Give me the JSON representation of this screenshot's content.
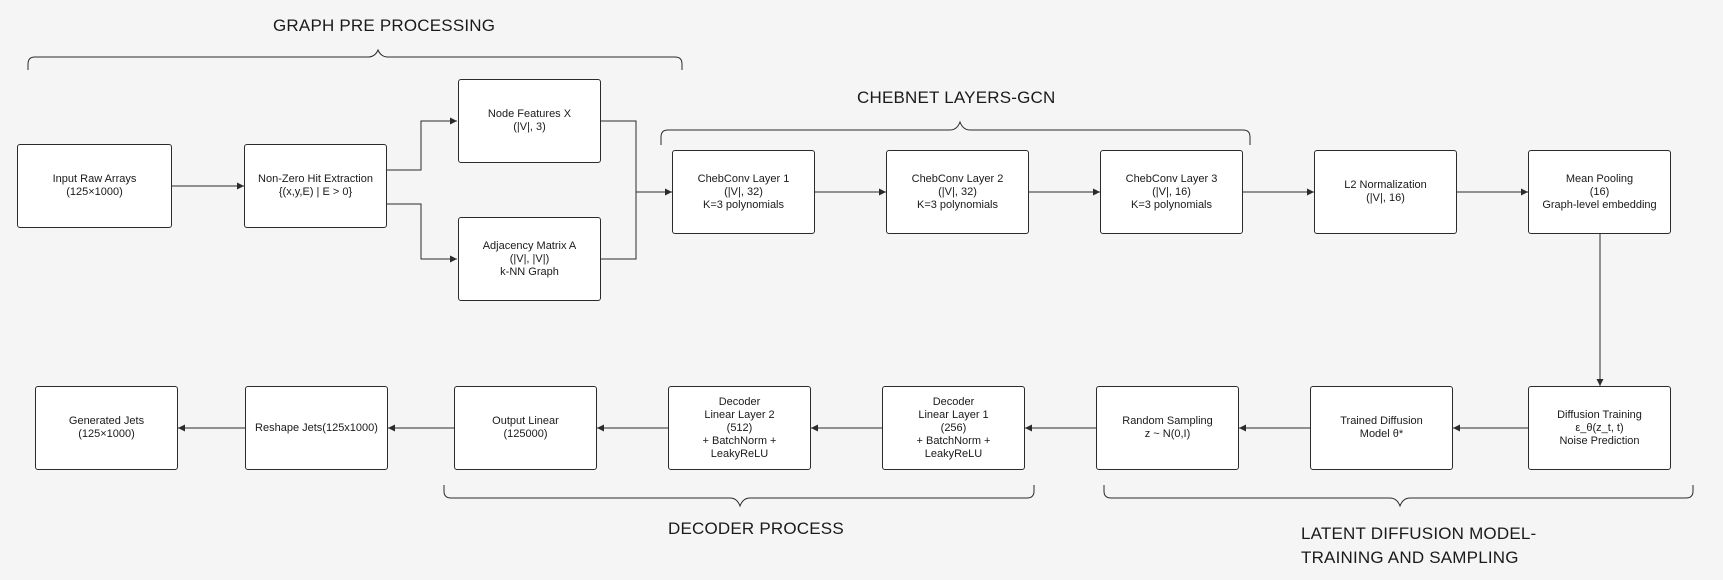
{
  "groups": {
    "graph_pre": "GRAPH PRE PROCESSING",
    "chebnet": "CHEBNET LAYERS-GCN",
    "decoder": "DECODER PROCESS",
    "latent_line1": "LATENT DIFFUSION MODEL-",
    "latent_line2": "TRAINING AND SAMPLING"
  },
  "nodes": {
    "input_raw": [
      "Input Raw Arrays",
      "(125×1000)"
    ],
    "nonzero": [
      "Non-Zero Hit Extraction",
      "{(x,y,E) | E > 0}"
    ],
    "node_features": [
      "Node Features X",
      "(|V|, 3)"
    ],
    "adjacency": [
      "Adjacency Matrix A",
      "(|V|, |V|)",
      "k-NN Graph"
    ],
    "cheb1": [
      "ChebConv Layer 1",
      "(|V|, 32)",
      "K=3 polynomials"
    ],
    "cheb2": [
      "ChebConv Layer 2",
      "(|V|, 32)",
      "K=3 polynomials"
    ],
    "cheb3": [
      "ChebConv Layer 3",
      "(|V|, 16)",
      "K=3 polynomials"
    ],
    "l2norm": [
      "L2 Normalization",
      "(|V|, 16)"
    ],
    "meanpool": [
      "Mean Pooling",
      "(16)",
      "Graph-level embedding"
    ],
    "diff_train": [
      "Diffusion Training",
      "ε_θ(z_t, t)",
      "Noise Prediction"
    ],
    "trained_diff": [
      "Trained Diffusion",
      "Model θ*"
    ],
    "random_samp": [
      "Random Sampling",
      "z ~ N(0,I)"
    ],
    "dec1": [
      "Decoder",
      "Linear Layer 1",
      "(256)",
      "+ BatchNorm +",
      "LeakyReLU"
    ],
    "dec2": [
      "Decoder",
      "Linear Layer 2",
      "(512)",
      "+ BatchNorm +",
      "LeakyReLU"
    ],
    "out_linear": [
      "Output Linear",
      "(125000)"
    ],
    "reshape": [
      "Reshape Jets(125x1000)"
    ],
    "generated": [
      "Generated Jets",
      "(125×1000)"
    ]
  }
}
